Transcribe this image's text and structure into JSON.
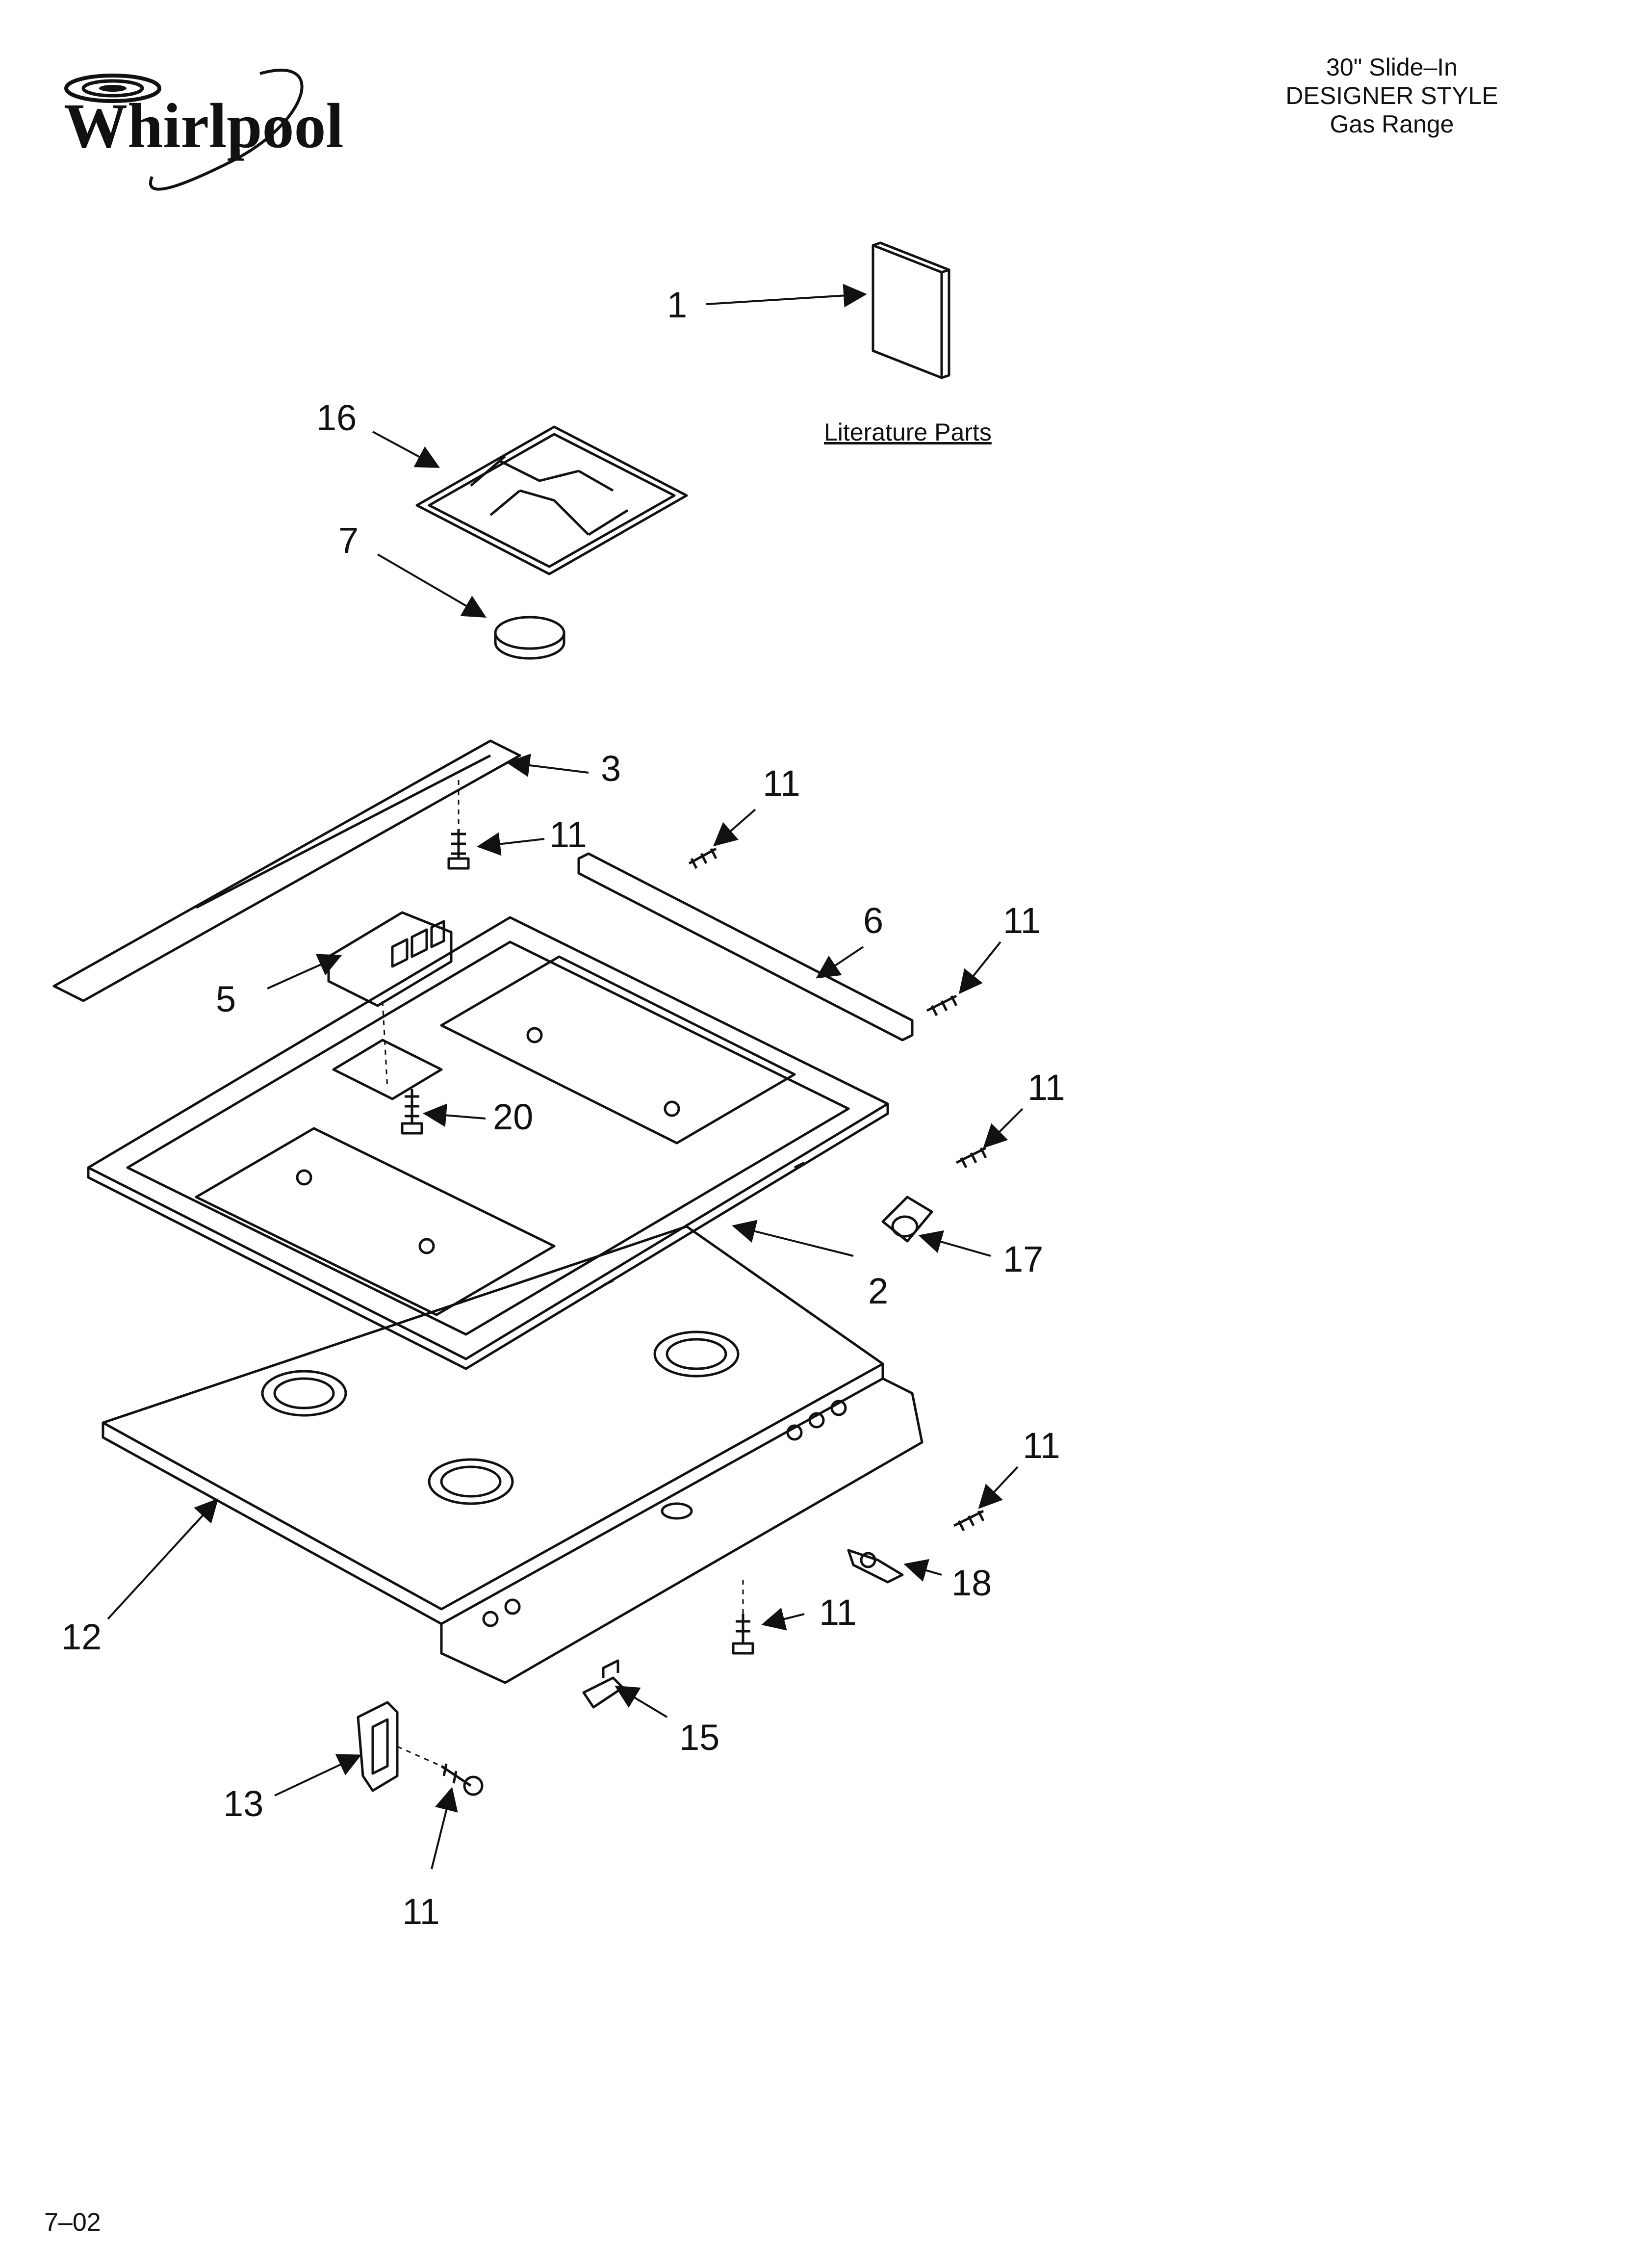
{
  "brand": {
    "name": "Whirlpool"
  },
  "header": {
    "line1": "30\" Slide–In",
    "line2": "DESIGNER STYLE",
    "line3": "Gas Range"
  },
  "literature_label": "Literature Parts",
  "callouts": {
    "c1": "1",
    "c16": "16",
    "c7": "7",
    "c3": "3",
    "c11a": "11",
    "c11b": "11",
    "c11c": "11",
    "c11d": "11",
    "c11e": "11",
    "c11f": "11",
    "c11g": "11",
    "c6": "6",
    "c5": "5",
    "c20": "20",
    "c17": "17",
    "c2": "2",
    "c12": "12",
    "c18": "18",
    "c15": "15",
    "c13": "13"
  },
  "footer": {
    "code": "7–02"
  }
}
